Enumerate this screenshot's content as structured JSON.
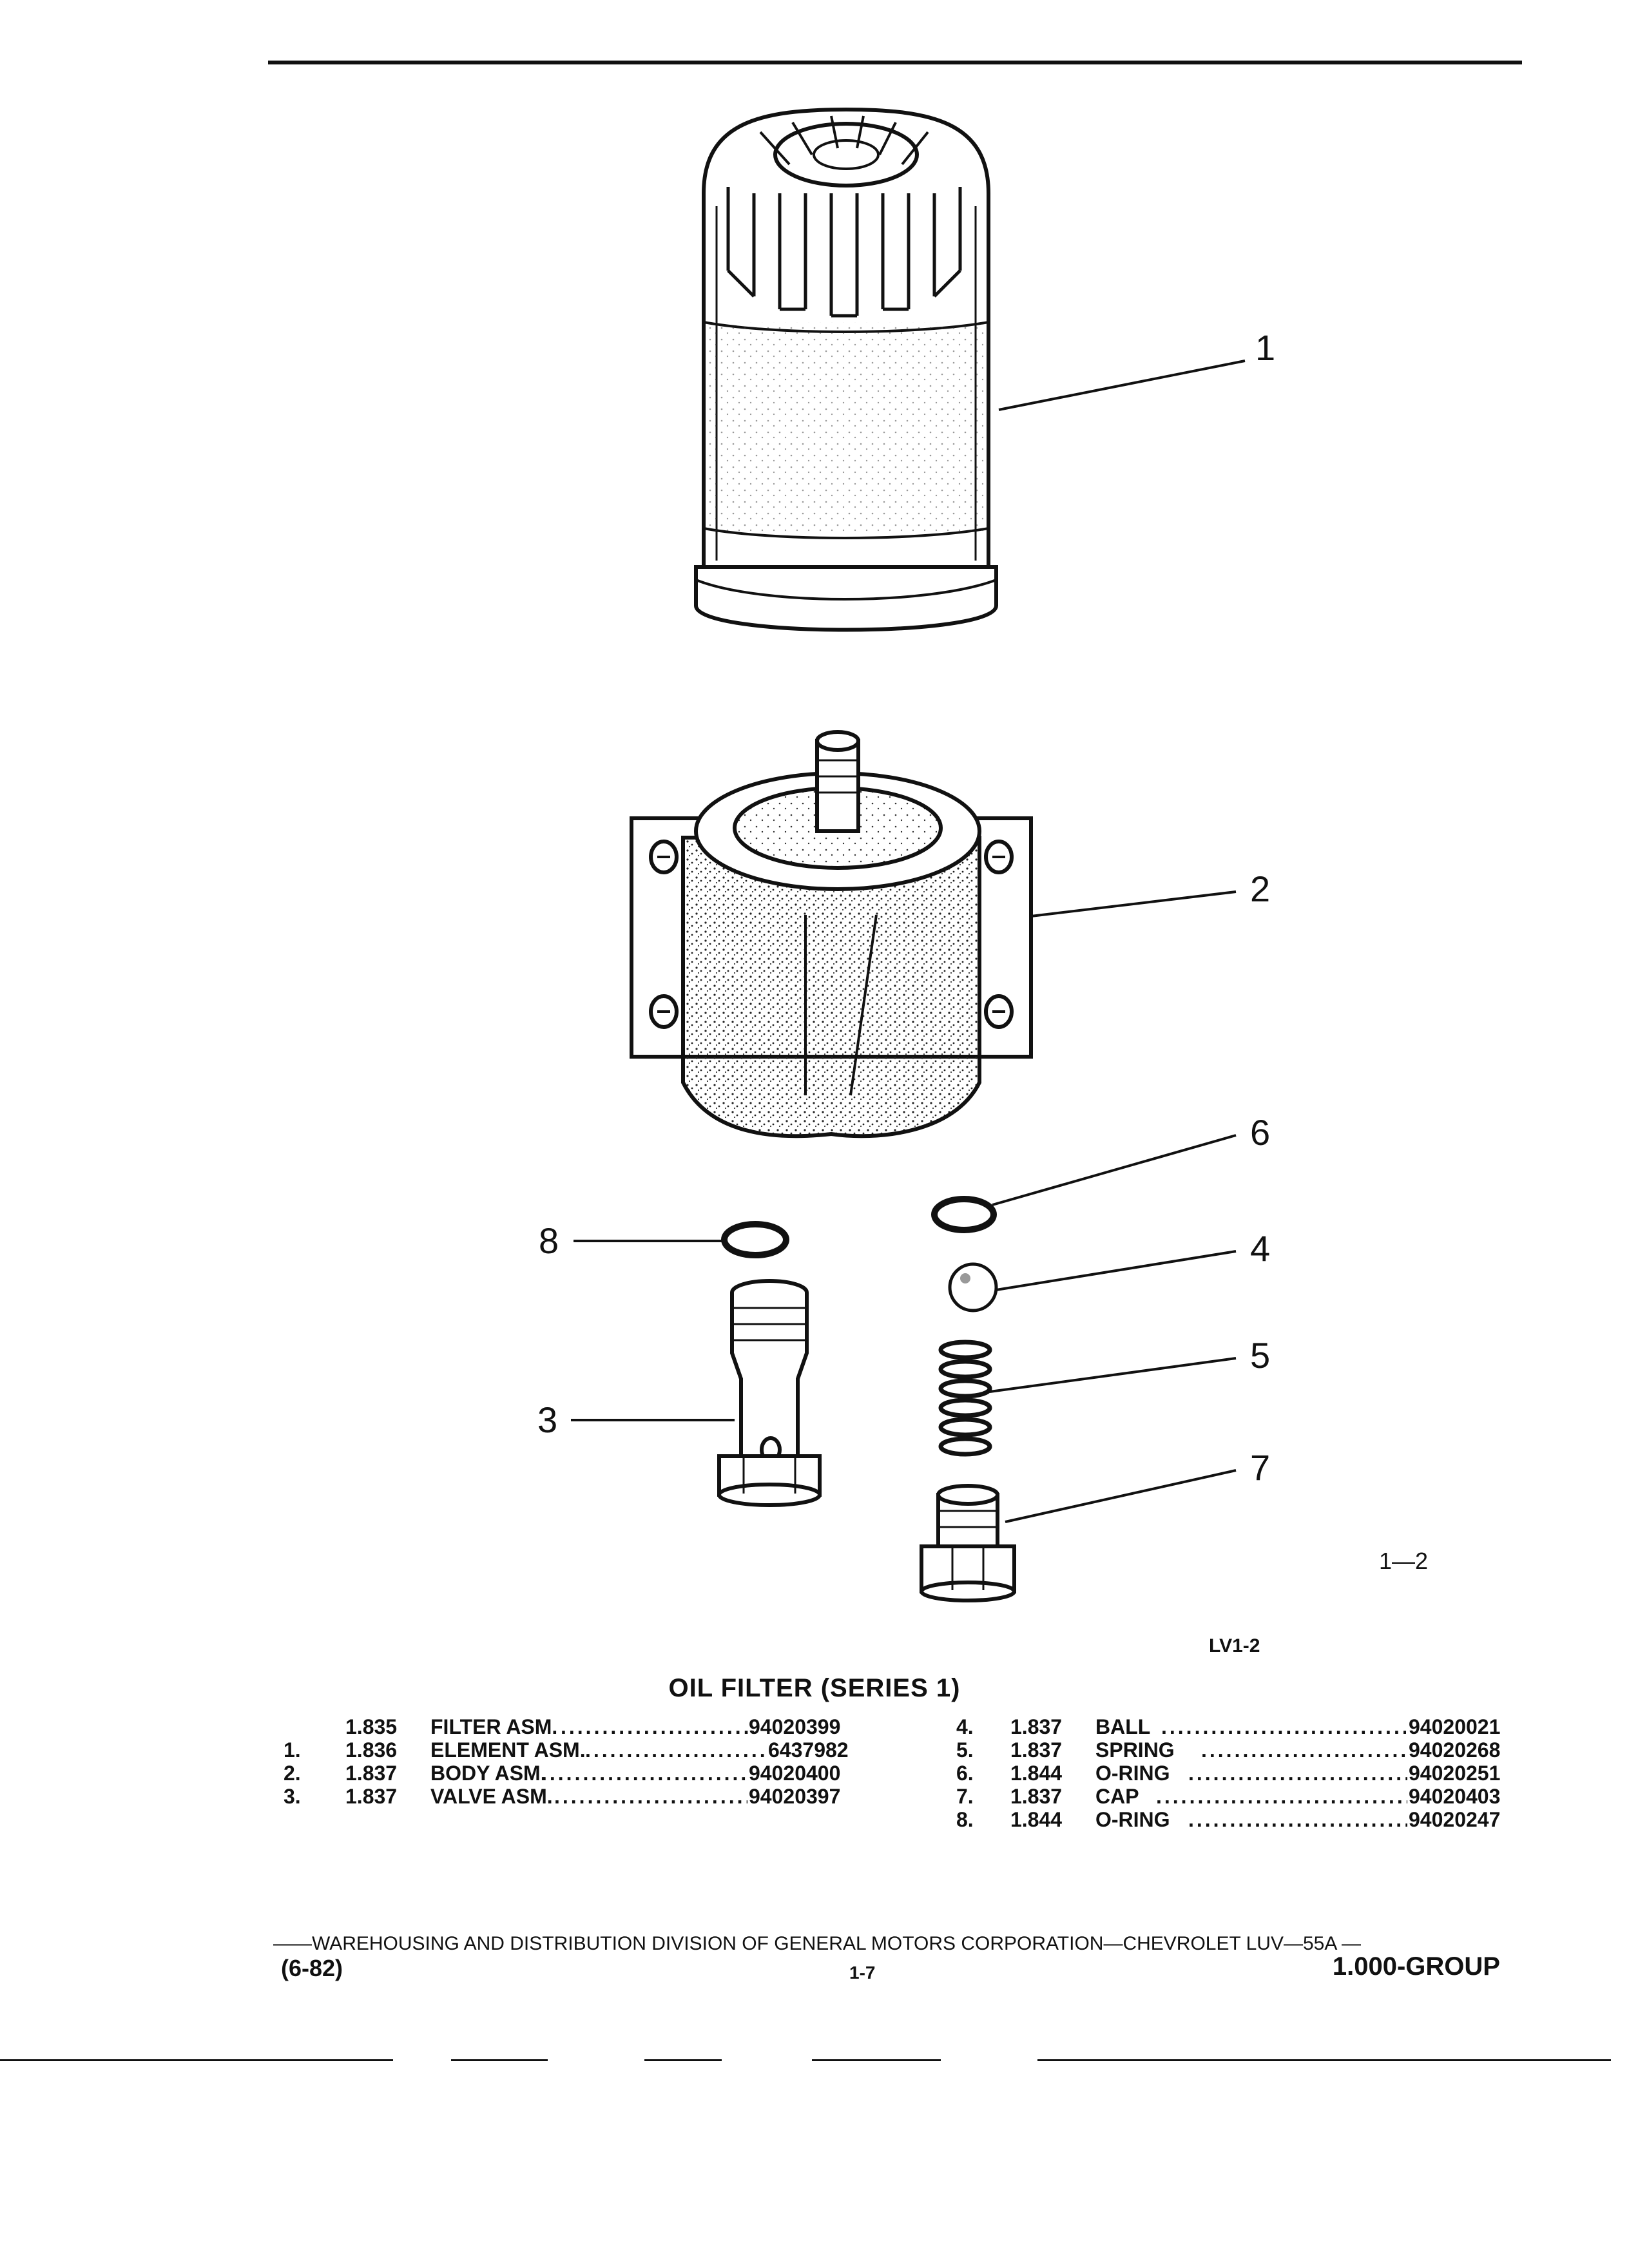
{
  "figure": {
    "callouts": [
      "1",
      "2",
      "6",
      "8",
      "4",
      "5",
      "3",
      "7"
    ],
    "figure_ref": "1—2",
    "figure_code": "LV1-2"
  },
  "title": "OIL FILTER (SERIES 1)",
  "parts_left": [
    {
      "index": "",
      "code": "1.835",
      "name": "FILTER ASM.",
      "number": "94020399"
    },
    {
      "index": "1.",
      "code": "1.836",
      "name": "ELEMENT ASM.",
      "number": "6437982"
    },
    {
      "index": "2.",
      "code": "1.837",
      "name": "BODY ASM.",
      "number": "94020400"
    },
    {
      "index": "3.",
      "code": "1.837",
      "name": "VALVE ASM.",
      "number": "94020397"
    }
  ],
  "parts_right": [
    {
      "index": "4.",
      "code": "1.837",
      "name": "BALL",
      "number": "94020021"
    },
    {
      "index": "5.",
      "code": "1.837",
      "name": "SPRING",
      "number": "94020268"
    },
    {
      "index": "6.",
      "code": "1.844",
      "name": "O-RING",
      "number": "94020251"
    },
    {
      "index": "7.",
      "code": "1.837",
      "name": "CAP",
      "number": "94020403"
    },
    {
      "index": "8.",
      "code": "1.844",
      "name": "O-RING",
      "number": "94020247"
    }
  ],
  "footer": {
    "line": "——WAREHOUSING AND DISTRIBUTION  DIVISION OF GENERAL MOTORS CORPORATION—CHEVROLET LUV—55A  —",
    "date": "(6-82)",
    "page": "1-7",
    "group": "1.000-GROUP"
  }
}
